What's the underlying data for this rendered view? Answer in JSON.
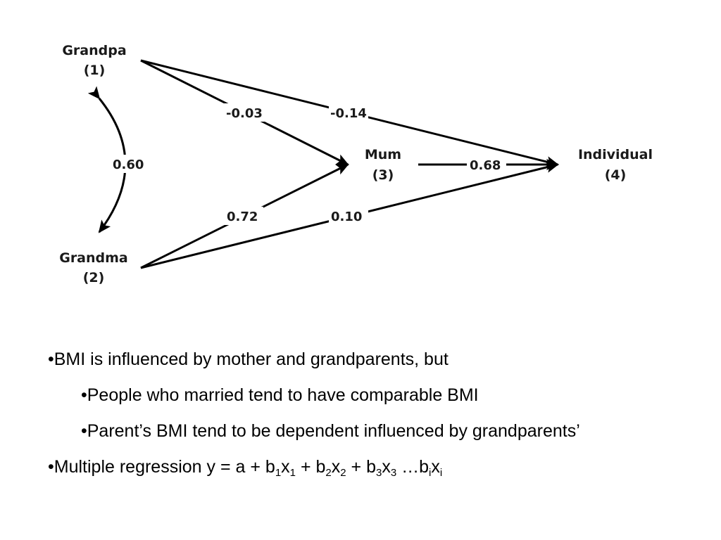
{
  "diagram": {
    "nodes": {
      "grandpa": {
        "name": "Grandpa",
        "id": "(1)"
      },
      "grandma": {
        "name": "Grandma",
        "id": "(2)"
      },
      "mum": {
        "name": "Mum",
        "id": "(3)"
      },
      "individual": {
        "name": "Individual",
        "id": "(4)"
      }
    },
    "edges": {
      "grandpa_mum": "-0.03",
      "grandpa_individual": "-0.14",
      "grandma_mum": "0.72",
      "grandma_individual": "0.10",
      "mum_individual": "0.68",
      "grandpa_grandma": "0.60"
    }
  },
  "bullets": {
    "b1": "•BMI is influenced by mother and grandparents, but",
    "b2": "•People who married tend to have comparable BMI",
    "b3": "•Parent’s BMI tend to be dependent influenced by  grandparents’",
    "b4": {
      "prefix": "•Multiple regression y = a + b",
      "s1": "1",
      "x": "x",
      "s2": "1",
      "plus1": " + b",
      "s3": "2",
      "s4": "2",
      "plus2": " + b",
      "s5": "3",
      "s6": "3",
      "ellipsis": " …b",
      "s7": "i",
      "s8": "i"
    }
  }
}
